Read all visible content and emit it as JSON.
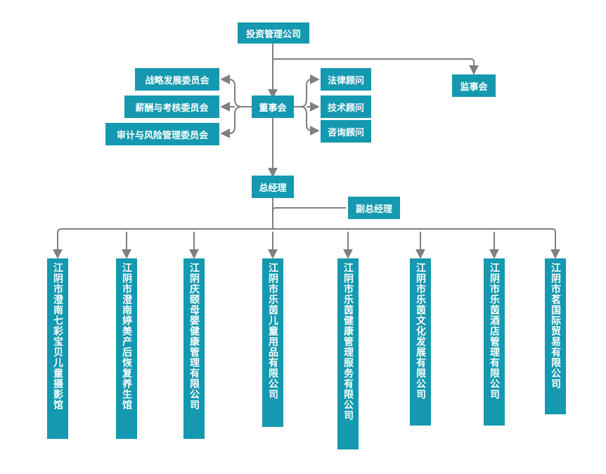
{
  "colors": {
    "box_fill": "#1499b0",
    "box_text": "#ffffff",
    "connector": "#7f7f7f"
  },
  "nodes": {
    "investment_company": "投资管理公司",
    "board": "董事会",
    "supervisors": "监事会",
    "strategy_committee": "战略发展委员会",
    "compensation_committee": "薪酬与考核委员会",
    "audit_committee": "审计与风险管理委员会",
    "legal_advisor": "法律顾问",
    "tech_advisor": "技术顾问",
    "consult_advisor": "咨询顾问",
    "general_manager": "总经理",
    "deputy_manager": "副总经理"
  },
  "subsidiaries": [
    "江阴市澄南七彩宝贝儿童摄影馆",
    "江阴市澄南婷美产后恢复养生馆",
    "江阴庆颐母婴健康管理有限公司",
    "江阴市乐茵儿童用品有限公司",
    "江阴市乐茵健康管理服务有限公司",
    "江阴市乐茵文化发展有限公司",
    "江阴市乐茵酒店管理有限公司",
    "江阴市茗国际贸易有限公司"
  ]
}
